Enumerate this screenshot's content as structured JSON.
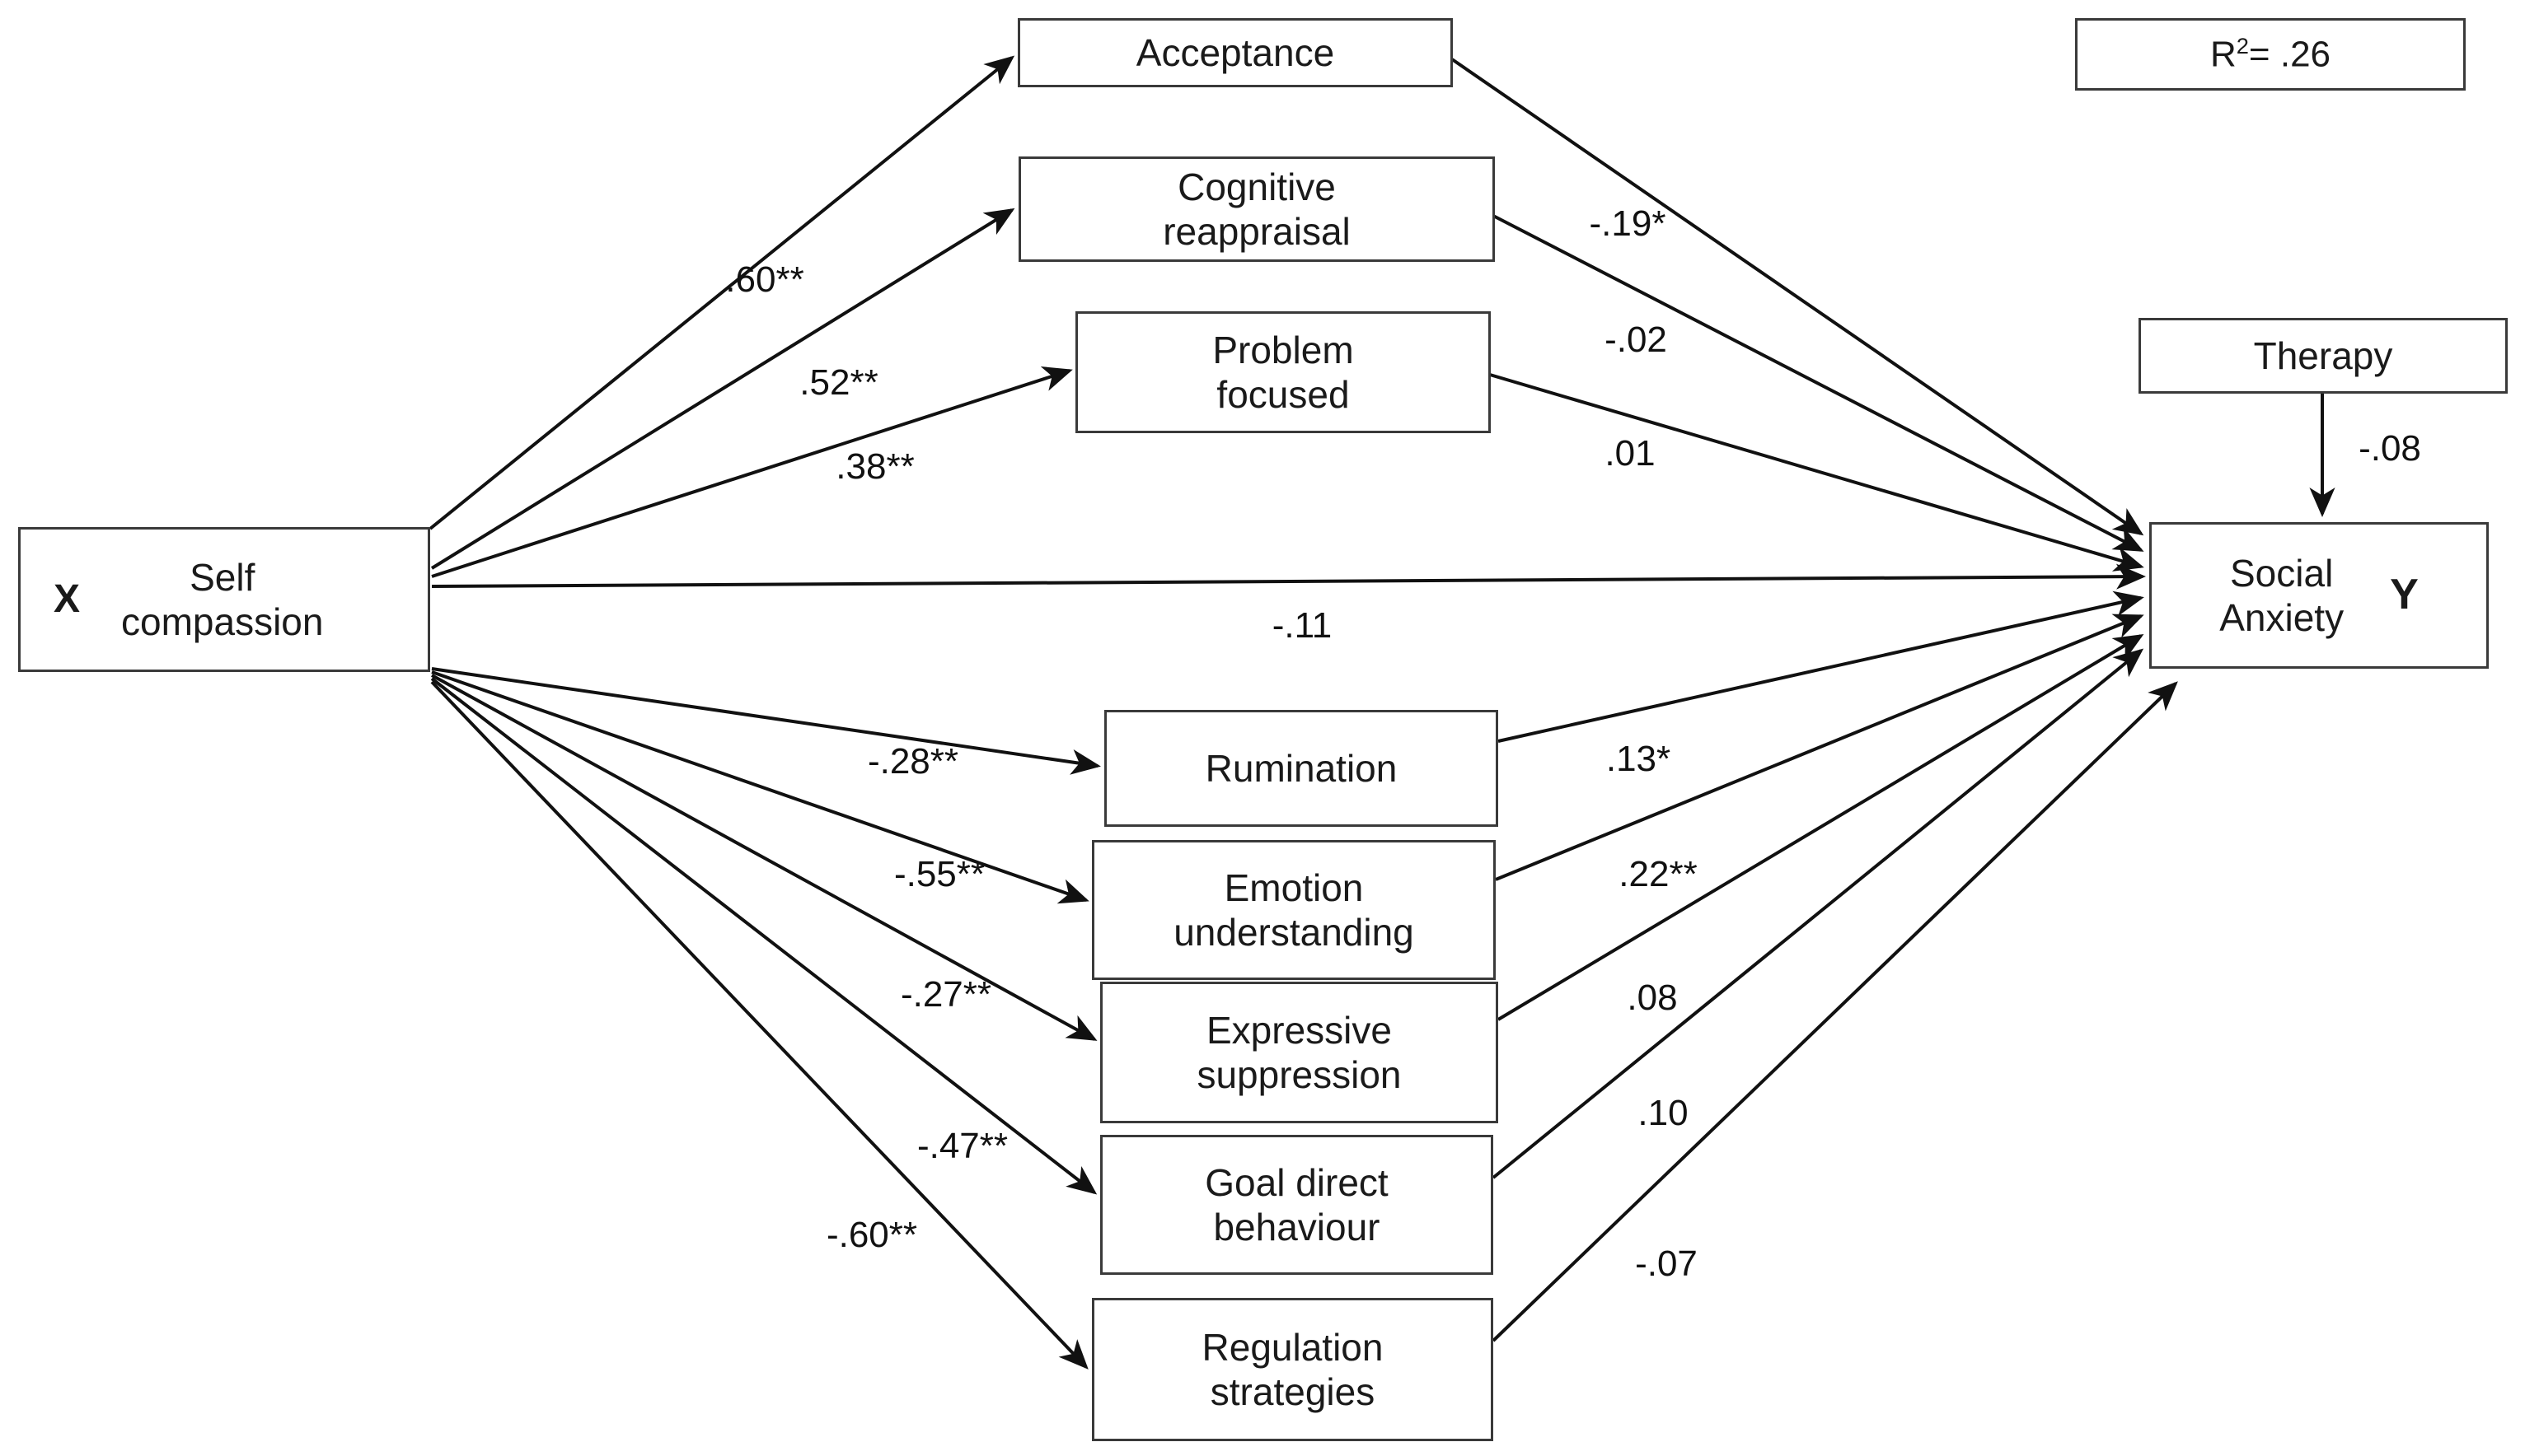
{
  "diagram": {
    "title_box": {
      "text": "R²= .26",
      "r2_value": ".26"
    },
    "predictor": {
      "tag": "X",
      "label_line1": "Self",
      "label_line2": "compassion"
    },
    "outcome": {
      "tag": "Y",
      "label_line1": "Social",
      "label_line2": "Anxiety"
    },
    "covariate": {
      "label": "Therapy"
    },
    "mediators_positive": [
      {
        "id": "acceptance",
        "label_line1": "Acceptance",
        "label_line2": ""
      },
      {
        "id": "cognitive-reappraisal",
        "label_line1": "Cognitive",
        "label_line2": "reappraisal"
      },
      {
        "id": "problem-focused",
        "label_line1": "Problem",
        "label_line2": "focused"
      }
    ],
    "mediators_negative": [
      {
        "id": "rumination",
        "label_line1": "Rumination",
        "label_line2": ""
      },
      {
        "id": "emotion-understanding",
        "label_line1": "Emotion",
        "label_line2": "understanding"
      },
      {
        "id": "expressive-suppression",
        "label_line1": "Expressive",
        "label_line2": "suppression"
      },
      {
        "id": "goal-direct-behaviour",
        "label_line1": "Goal direct",
        "label_line2": "behaviour"
      },
      {
        "id": "regulation-strategies",
        "label_line1": "Regulation",
        "label_line2": "strategies"
      }
    ],
    "path_labels": {
      "x_to_acceptance": ".60**",
      "x_to_cognitive_reappraisal": ".52**",
      "x_to_problem_focused": ".38**",
      "x_to_rumination": "-.28**",
      "x_to_emotion_understanding": "-.55**",
      "x_to_expressive_suppression": "-.27**",
      "x_to_goal_direct_behaviour": "-.47**",
      "x_to_regulation_strategies": "-.60**",
      "acceptance_to_y": "-.19*",
      "cognitive_reappraisal_to_y": "-.02",
      "problem_focused_to_y": ".01",
      "direct_x_to_y": "-.11",
      "rumination_to_y": ".13*",
      "emotion_understanding_to_y": ".22**",
      "expressive_suppression_to_y": ".08",
      "goal_direct_behaviour_to_y": ".10",
      "regulation_strategies_to_y": "-.07",
      "therapy_to_y": "-.08"
    }
  },
  "chart_data": {
    "type": "diagram",
    "title": "Multiple mediation path model: Self compassion → emotion regulation strategies → Social Anxiety",
    "model_fit": {
      "R2": 0.26,
      "R2_text": "R²= .26"
    },
    "nodes": [
      {
        "id": "self-compassion",
        "label": "Self compassion",
        "role": "predictor",
        "tag": "X"
      },
      {
        "id": "acceptance",
        "label": "Acceptance",
        "role": "mediator"
      },
      {
        "id": "cognitive-reappraisal",
        "label": "Cognitive reappraisal",
        "role": "mediator"
      },
      {
        "id": "problem-focused",
        "label": "Problem focused",
        "role": "mediator"
      },
      {
        "id": "rumination",
        "label": "Rumination",
        "role": "mediator"
      },
      {
        "id": "emotion-understanding",
        "label": "Emotion understanding",
        "role": "mediator"
      },
      {
        "id": "expressive-suppression",
        "label": "Expressive suppression",
        "role": "mediator"
      },
      {
        "id": "goal-direct-behaviour",
        "label": "Goal direct behaviour",
        "role": "mediator"
      },
      {
        "id": "regulation-strategies",
        "label": "Regulation strategies",
        "role": "mediator"
      },
      {
        "id": "therapy",
        "label": "Therapy",
        "role": "covariate"
      },
      {
        "id": "social-anxiety",
        "label": "Social Anxiety",
        "role": "outcome",
        "tag": "Y"
      }
    ],
    "edges": [
      {
        "from": "self-compassion",
        "to": "acceptance",
        "coefficient": 0.6,
        "label": ".60**",
        "significance": "**"
      },
      {
        "from": "self-compassion",
        "to": "cognitive-reappraisal",
        "coefficient": 0.52,
        "label": ".52**",
        "significance": "**"
      },
      {
        "from": "self-compassion",
        "to": "problem-focused",
        "coefficient": 0.38,
        "label": ".38**",
        "significance": "**"
      },
      {
        "from": "self-compassion",
        "to": "rumination",
        "coefficient": -0.28,
        "label": "-.28**",
        "significance": "**"
      },
      {
        "from": "self-compassion",
        "to": "emotion-understanding",
        "coefficient": -0.55,
        "label": "-.55**",
        "significance": "**"
      },
      {
        "from": "self-compassion",
        "to": "expressive-suppression",
        "coefficient": -0.27,
        "label": "-.27**",
        "significance": "**"
      },
      {
        "from": "self-compassion",
        "to": "goal-direct-behaviour",
        "coefficient": -0.47,
        "label": "-.47**",
        "significance": "**"
      },
      {
        "from": "self-compassion",
        "to": "regulation-strategies",
        "coefficient": -0.6,
        "label": "-.60**",
        "significance": "**"
      },
      {
        "from": "acceptance",
        "to": "social-anxiety",
        "coefficient": -0.19,
        "label": "-.19*",
        "significance": "*"
      },
      {
        "from": "cognitive-reappraisal",
        "to": "social-anxiety",
        "coefficient": -0.02,
        "label": "-.02",
        "significance": ""
      },
      {
        "from": "problem-focused",
        "to": "social-anxiety",
        "coefficient": 0.01,
        "label": ".01",
        "significance": ""
      },
      {
        "from": "self-compassion",
        "to": "social-anxiety",
        "coefficient": -0.11,
        "label": "-.11",
        "significance": "",
        "type": "direct"
      },
      {
        "from": "rumination",
        "to": "social-anxiety",
        "coefficient": 0.13,
        "label": ".13*",
        "significance": "*"
      },
      {
        "from": "emotion-understanding",
        "to": "social-anxiety",
        "coefficient": 0.22,
        "label": ".22**",
        "significance": "**"
      },
      {
        "from": "expressive-suppression",
        "to": "social-anxiety",
        "coefficient": 0.08,
        "label": ".08",
        "significance": ""
      },
      {
        "from": "goal-direct-behaviour",
        "to": "social-anxiety",
        "coefficient": 0.1,
        "label": ".10",
        "significance": ""
      },
      {
        "from": "regulation-strategies",
        "to": "social-anxiety",
        "coefficient": -0.07,
        "label": "-.07",
        "significance": ""
      },
      {
        "from": "therapy",
        "to": "social-anxiety",
        "coefficient": -0.08,
        "label": "-.08",
        "significance": ""
      }
    ]
  }
}
